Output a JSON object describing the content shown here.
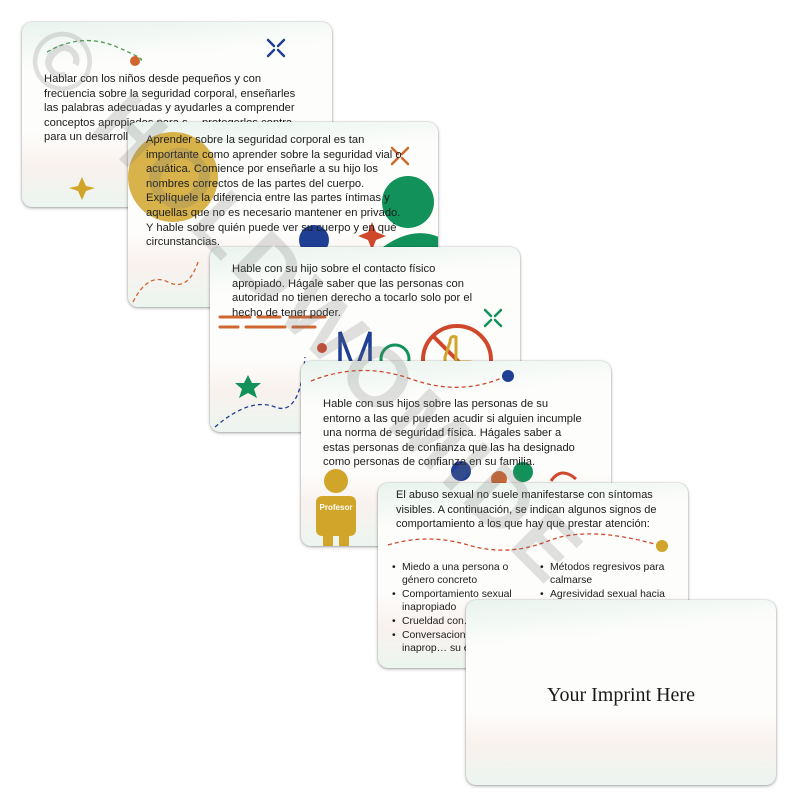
{
  "cards": [
    {
      "id": "card1",
      "text": "Hablar con los niños desde pequeños y con frecuencia sobre la seguridad corporal, enseñarles las palabras adecuadas y ayudarles a comprender conceptos apropiados para s… protegerlos contra… para un desarrollo…"
    },
    {
      "id": "card2",
      "text": "Aprender sobre la seguridad corporal es tan importante como aprender sobre la seguridad vial o acuática. Comience por enseñarle a su hijo los nombres correctos de las partes del cuerpo. Explíquele la diferencia entre las partes íntimas y aquellas que no es necesario mantener en privado. Y hable sobre quién puede ver su cuerpo y en qué circunstancias."
    },
    {
      "id": "card3",
      "text": "Hable con su hijo sobre el contacto físico apropiado. Hágale saber que las personas con autoridad no tienen derecho a tocarlo solo por el hecho de tener poder."
    },
    {
      "id": "card4",
      "text": "Hable con sus hijos sobre las personas de su entorno a las que pueden acudir si alguien incumple una norma de seguridad física. Hágales saber a estas personas de confianza que las ha designado como personas de confianza en su familia.",
      "person_label": "Profesor"
    },
    {
      "id": "card5",
      "text": "El abuso sexual no suele manifestarse con síntomas visibles. A continuación, se indican algunos signos de comportamiento a los que hay que prestar atención:",
      "left_bullets": [
        "Miedo a una persona o género concreto",
        "Comportamiento sexual inapropiado",
        "Crueldad con…",
        "Conversacion… sexo inaprop… su edad"
      ],
      "right_bullets": [
        "Métodos regresivos para calmarse",
        "Agresividad sexual hacia niños más pequeños"
      ]
    },
    {
      "id": "card6",
      "imprint": "Your Imprint Here"
    }
  ],
  "watermark_text": "© HOLDWOMIDE",
  "colors": {
    "green": "#12925a",
    "blue": "#1f3f94",
    "red": "#d0482c",
    "gold": "#d1a52a",
    "orange": "#d06630"
  }
}
